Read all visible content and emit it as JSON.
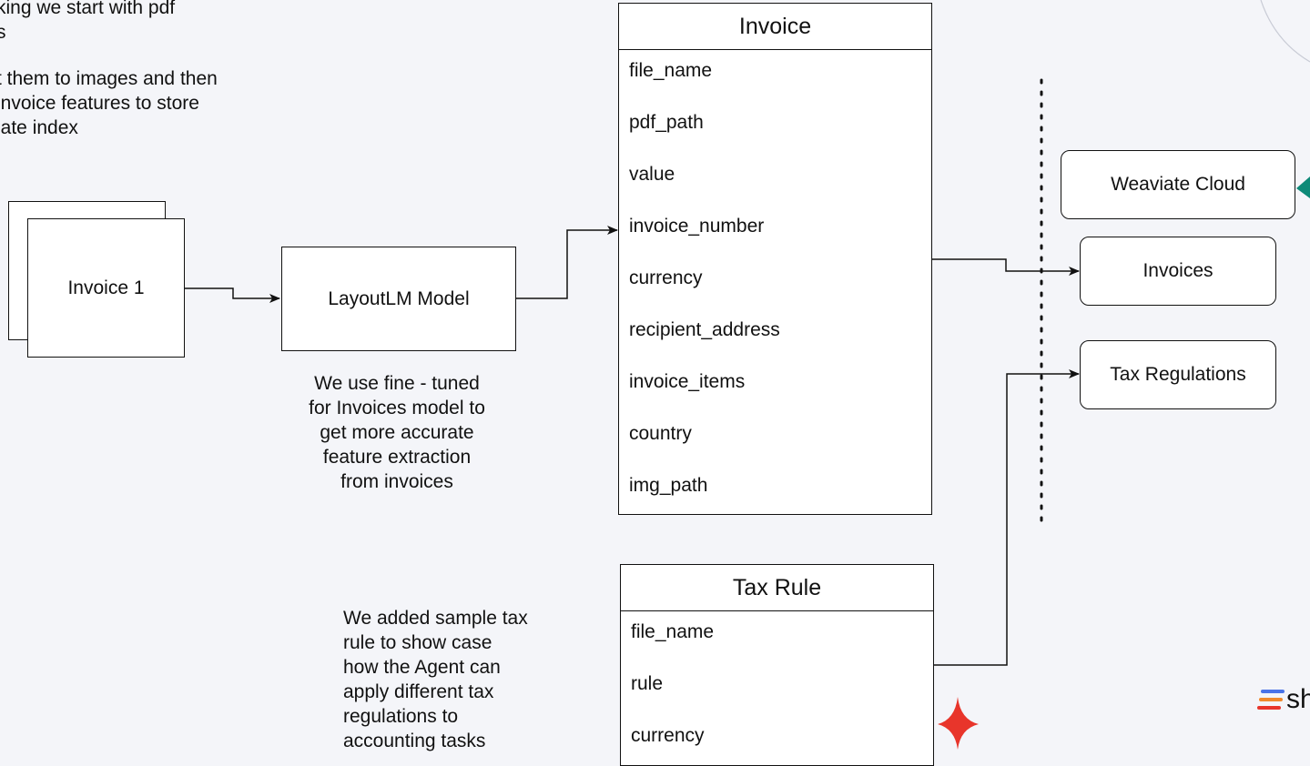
{
  "intro": {
    "line1": "king we start with pdf",
    "line2": "s",
    "line3": "t them to images and then",
    "line4": "invoice features to store",
    "line5": "iate index"
  },
  "invoice_doc": {
    "label": "Invoice 1"
  },
  "model_box": {
    "label": "LayoutLM Model"
  },
  "model_caption": {
    "line1": "We use fine - tuned",
    "line2": "for Invoices model to",
    "line3": "get more accurate",
    "line4": "feature extraction",
    "line5": "from invoices"
  },
  "invoice_entity": {
    "title": "Invoice",
    "fields": [
      "file_name",
      "pdf_path",
      "value",
      "invoice_number",
      "currency",
      "recipient_address",
      "invoice_items",
      "country",
      "img_path"
    ]
  },
  "tax_entity": {
    "title": "Tax Rule",
    "fields": [
      "file_name",
      "rule",
      "currency"
    ]
  },
  "tax_caption": {
    "line1": "We added sample tax",
    "line2": "rule to show case",
    "line3": "how the Agent can",
    "line4": "apply different tax",
    "line5": "regulations to",
    "line6": "accounting tasks"
  },
  "cloud": {
    "title": "Weaviate Cloud",
    "collections": [
      "Invoices",
      "Tax Regulations"
    ]
  },
  "brand": {
    "text": "sh"
  },
  "colors": {
    "background": "#f4f5f9",
    "sparkle": "#e8352b",
    "teal": "#0e8a78"
  }
}
